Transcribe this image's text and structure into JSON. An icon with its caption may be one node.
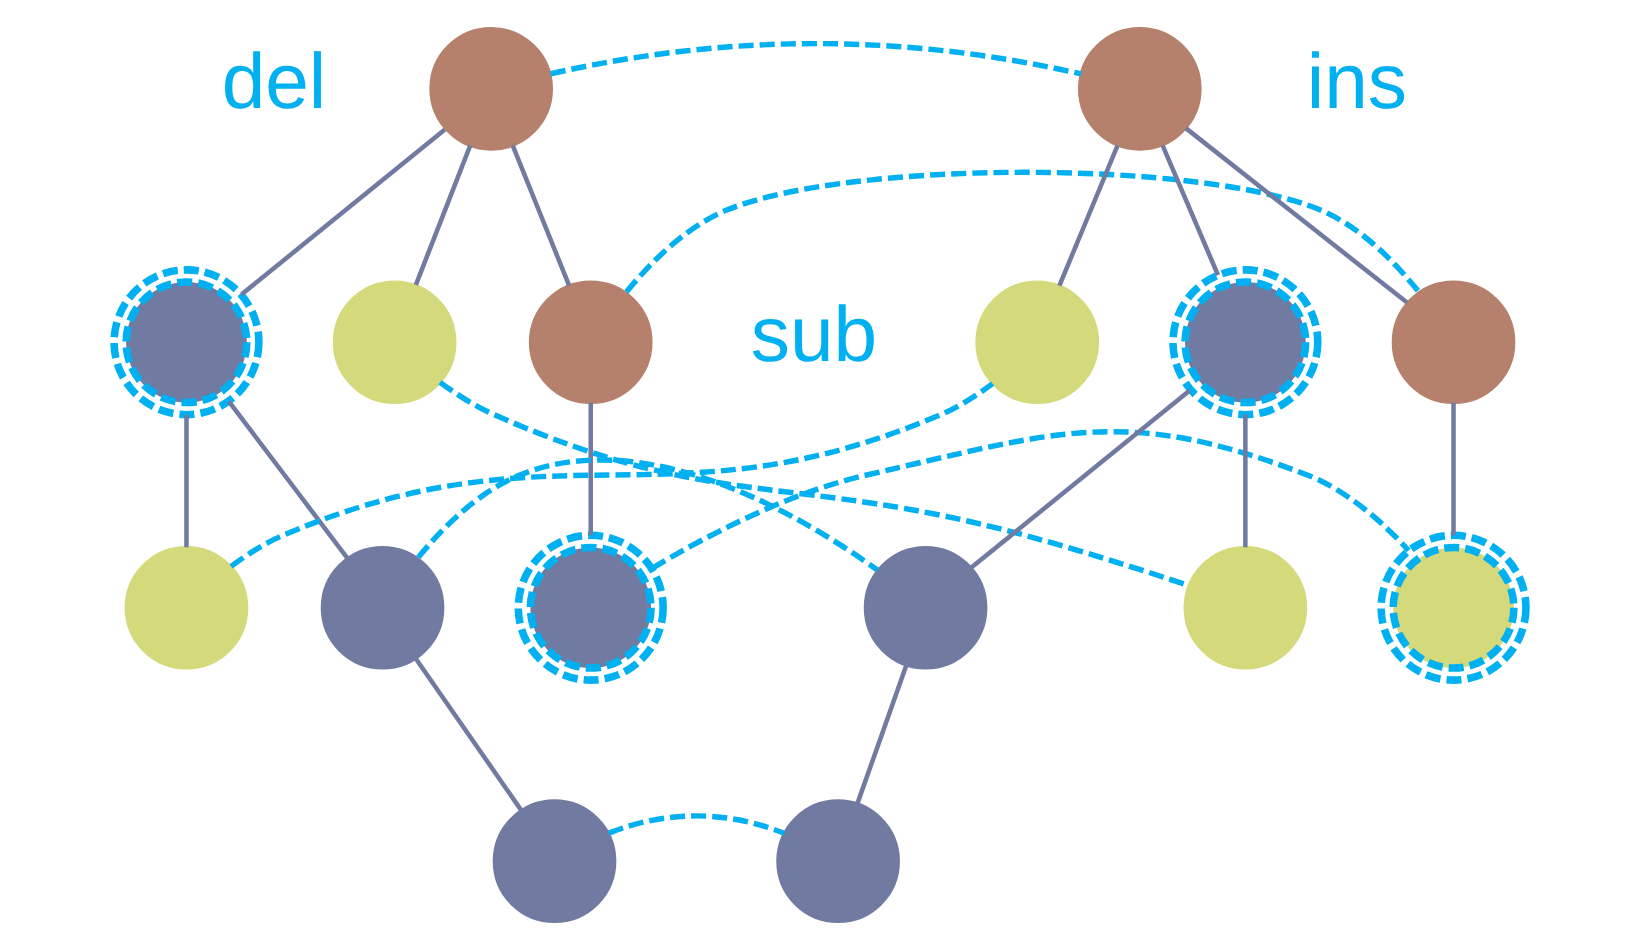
{
  "diagram": {
    "nodes": [
      {
        "text": [],
        "shape": "circle"
      },
      {
        "text": [],
        "shape": "circle"
      },
      {
        "text": [],
        "shape": "circle"
      },
      {
        "text": [],
        "shape": "circle"
      },
      {
        "text": [],
        "shape": "circle"
      },
      {
        "text": [],
        "shape": "circle"
      },
      {
        "text": [],
        "shape": "circle"
      },
      {
        "text": [],
        "shape": "circle"
      },
      {
        "text": [],
        "shape": "circle"
      },
      {
        "text": [],
        "shape": "circle"
      },
      {
        "text": [],
        "shape": "circle"
      },
      {
        "text": [],
        "shape": "circle"
      },
      {
        "text": [],
        "shape": "circle"
      },
      {
        "text": [],
        "shape": "circle"
      },
      {
        "text": [],
        "shape": "circle"
      },
      {
        "text": [],
        "shape": "circle"
      }
    ],
    "edges": [
      {
        "from": 0,
        "to": 1,
        "arrow": "none"
      },
      {
        "from": 0,
        "to": 2,
        "arrow": "none"
      },
      {
        "from": 0,
        "to": 3,
        "arrow": "none"
      },
      {
        "from": 1,
        "to": 4,
        "arrow": "none"
      },
      {
        "from": 1,
        "to": 5,
        "arrow": "none"
      },
      {
        "from": 3,
        "to": 6,
        "arrow": "none"
      },
      {
        "from": 5,
        "to": 7,
        "arrow": "none"
      },
      {
        "from": 8,
        "to": 9,
        "arrow": "none"
      },
      {
        "from": 8,
        "to": 10,
        "arrow": "none"
      },
      {
        "from": 8,
        "to": 11,
        "arrow": "none"
      },
      {
        "from": 10,
        "to": 12,
        "arrow": "none"
      },
      {
        "from": 10,
        "to": 13,
        "arrow": "none"
      },
      {
        "from": 11,
        "to": 14,
        "arrow": "none"
      },
      {
        "from": 12,
        "to": 15,
        "arrow": "none"
      },
      {
        "from": 0,
        "to": 8,
        "arrow": "none",
        "style": "dashed",
        "color": "#00b0f0"
      },
      {
        "from": 3,
        "to": 11,
        "arrow": "none",
        "style": "dashed",
        "color": "#00b0f0"
      },
      {
        "from": 6,
        "to": 14,
        "arrow": "none",
        "style": "dashed",
        "color": "#00b0f0"
      },
      {
        "from": 4,
        "to": 9,
        "arrow": "none",
        "style": "dashed",
        "color": "#00b0f0"
      },
      {
        "from": 2,
        "to": 13,
        "arrow": "none",
        "style": "dashed",
        "color": "#00b0f0"
      },
      {
        "from": 5,
        "to": 12,
        "arrow": "none",
        "style": "dashed",
        "color": "#00b0f0"
      },
      {
        "from": 7,
        "to": 15,
        "arrow": "none",
        "style": "dashed",
        "color": "#00b0f0"
      }
    ],
    "labels": [
      "del",
      "ins",
      "sub"
    ]
  }
}
